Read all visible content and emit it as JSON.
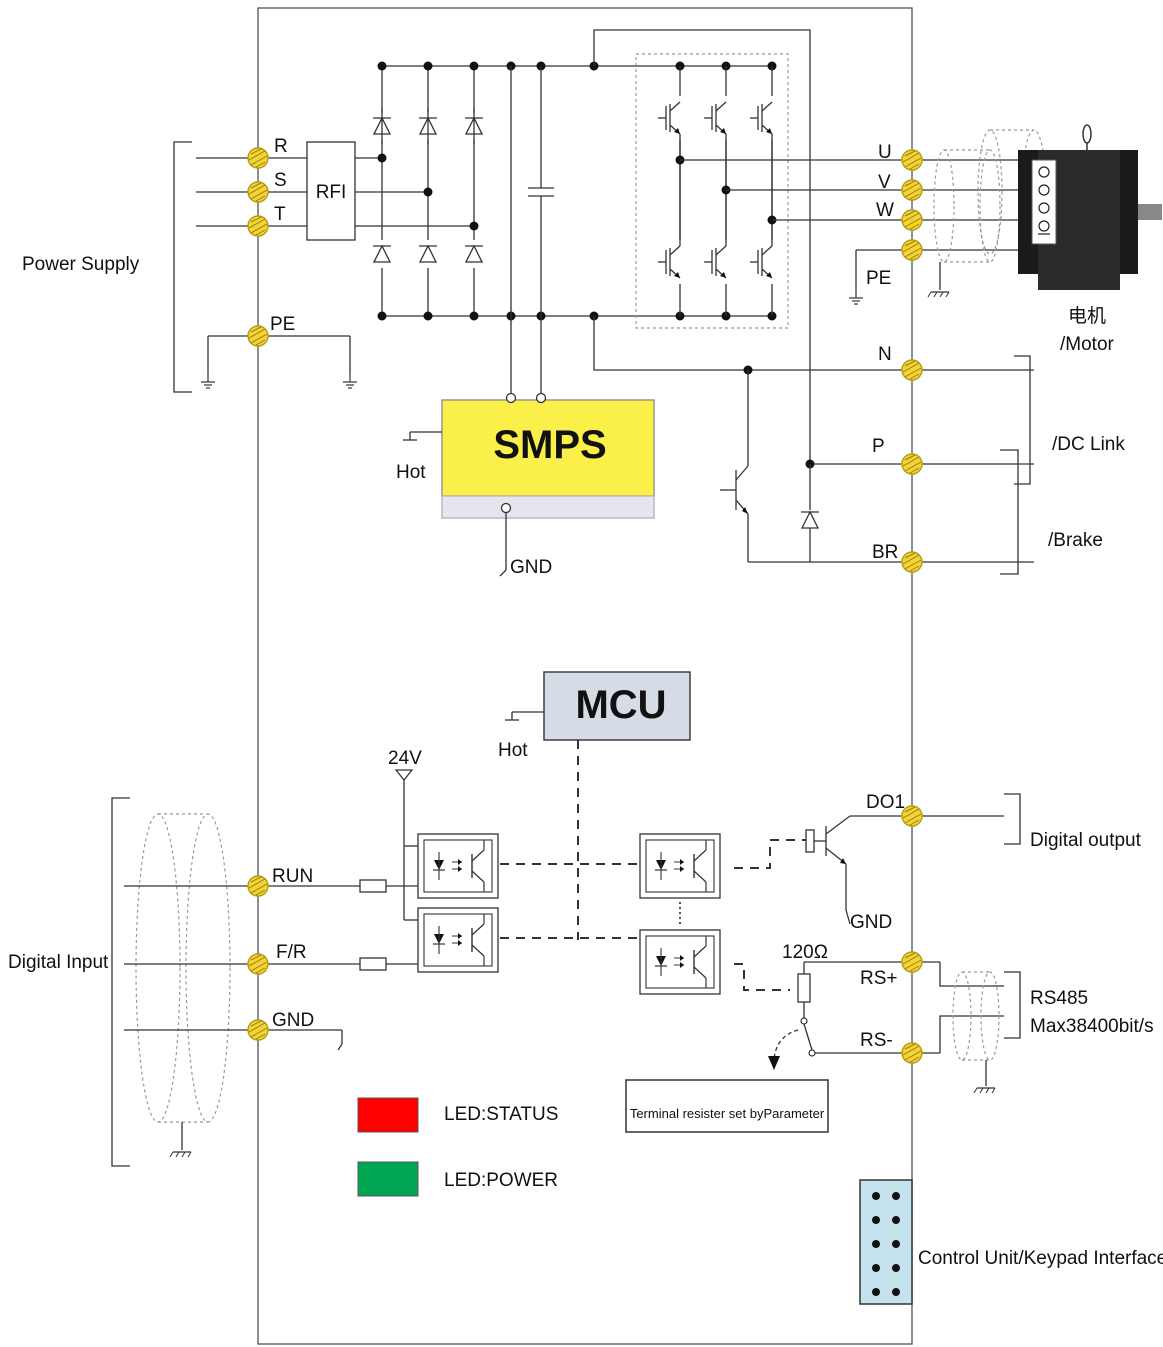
{
  "power_input": {
    "group_label": "Power Supply",
    "phases": [
      "R",
      "S",
      "T"
    ],
    "filter_label": "RFI",
    "earth_label": "PE"
  },
  "motor_output": {
    "phases": [
      "U",
      "V",
      "W"
    ],
    "earth_label": "PE",
    "motor_label_cn": "电机",
    "motor_label_en": "/Motor"
  },
  "dc_link": {
    "terminals": [
      "N",
      "P",
      "BR"
    ],
    "dc_link_label": "/DC Link",
    "brake_label": "/Brake"
  },
  "smps": {
    "label": "SMPS",
    "hot_label": "Hot",
    "gnd_label": "GND",
    "color": "#fbef4a"
  },
  "mcu": {
    "label": "MCU",
    "hot_label": "Hot",
    "color": "#d6dce6"
  },
  "digital_input": {
    "group_label": "Digital Input",
    "supply_label": "24V",
    "terminals": [
      "RUN",
      "F/R",
      "GND"
    ]
  },
  "digital_output": {
    "terminal": "DO1",
    "label": "Digital output",
    "gnd_label": "GND"
  },
  "rs485": {
    "resistor_label": "120Ω",
    "terminals": [
      "RS+",
      "RS-"
    ],
    "label_line1": "RS485",
    "label_line2": "Max38400bit/s",
    "note": "Terminal resister set byParameter"
  },
  "leds": [
    {
      "label": "LED:STATUS",
      "color": "#ff0000"
    },
    {
      "label": "LED:POWER",
      "color": "#00a651"
    }
  ],
  "keypad": {
    "label": "Control Unit/Keypad Interface",
    "color": "#c5e3ee"
  }
}
